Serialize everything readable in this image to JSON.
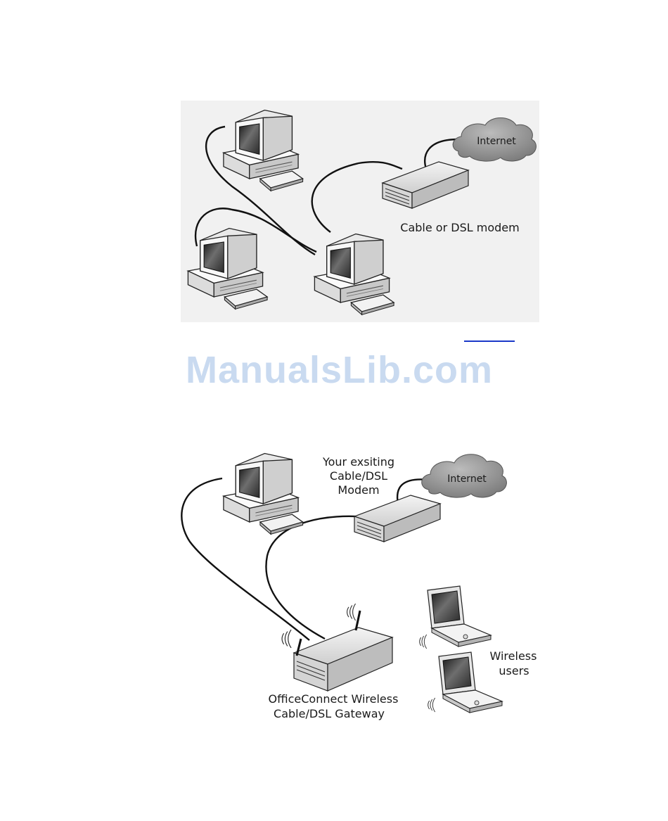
{
  "diagram1": {
    "internet_label": "Internet",
    "modem_label": "Cable or DSL modem"
  },
  "diagram2": {
    "internet_label": "Internet",
    "modem_label": [
      "Your exsiting",
      "Cable/DSL",
      "Modem"
    ],
    "gateway_label": [
      "OfficeConnect Wireless",
      "Cable/DSL Gateway"
    ],
    "wireless_label": [
      "Wireless",
      "users"
    ]
  },
  "watermark": "ManualsLib.com",
  "colors": {
    "panel": "#f1f1f1",
    "cloud": "#8f8f8f",
    "cable": "#111111",
    "link": "#1a39c8",
    "watermark": "#c9daf0"
  }
}
